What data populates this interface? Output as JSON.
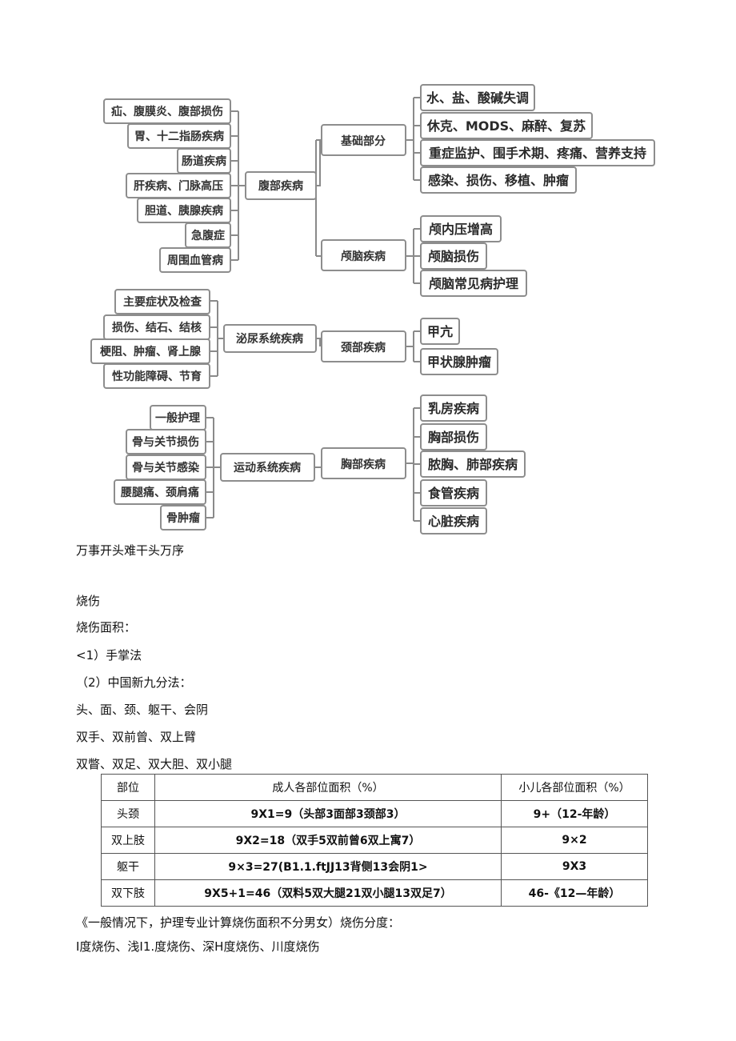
{
  "mindmap": {
    "nodes": {
      "fu_1": "疝、腹膜炎、腹部损伤",
      "fu_2": "胃、十二指肠疾病",
      "fu_3": "肠道疾病",
      "fu_4": "肝疾病、门脉高压",
      "fu_5": "胆道、胰腺疾病",
      "fu_6": "急腹症",
      "fu_7": "周围血管病",
      "fubu": "腹部疾病",
      "jichu": "基础部分",
      "jc_1": "水、盐、酸碱失调",
      "jc_2": "休克、MODS、麻醉、复苏",
      "jc_3": "重症监护、围手术期、疼痛、营养支持",
      "jc_4": "感染、损伤、移植、肿瘤",
      "lunao": "颅脑疾病",
      "ln_1": "颅内压增高",
      "ln_2": "颅脑损伤",
      "ln_3": "颅脑常见病护理",
      "mn_1": "主要症状及检查",
      "mn_2": "损伤、结石、结核",
      "mn_3": "梗阻、肿瘤、肾上腺",
      "mn_4": "性功能障碍、节育",
      "miniao": "泌尿系统疾病",
      "jingbu": "颈部疾病",
      "jb_1": "甲亢",
      "jb_2": "甲状腺肿瘤",
      "yd_1": "一般护理",
      "yd_2": "骨与关节损伤",
      "yd_3": "骨与关节感染",
      "yd_4": "腰腿痛、颈肩痛",
      "yd_5": "骨肿瘤",
      "yundong": "运动系统疾病",
      "xiongbu": "胸部疾病",
      "xb_1": "乳房疾病",
      "xb_2": "胸部损伤",
      "xb_3": "脓胸、肺部疾病",
      "xb_4": "食管疾病",
      "xb_5": "心脏疾病"
    }
  },
  "text": {
    "motto": "万事开头难干头万序",
    "burn": "烧伤",
    "burn_area": "烧伤面积：",
    "method1": "<1）手掌法",
    "method2": "（2）中国新九分法：",
    "parts1": "头、面、颈、躯干、会阴",
    "parts2": "双手、双前曾、双上臂",
    "parts3": "双瞥、双足、双大胆、双小腿",
    "note": "《一般情况下，护理专业计算烧伤面积不分男女）烧伤分度：",
    "degrees": "I度烧伤、浅I1.度烧伤、深H度烧伤、川度烧伤"
  },
  "table": {
    "headers": [
      "部位",
      "成人各部位面积（%）",
      "小儿各部位面积（%）"
    ],
    "rows": [
      [
        "头颈",
        "9X1=9（头部3面部3颈部3）",
        "9+（12-年龄）"
      ],
      [
        "双上肢",
        "9X2=18（双手5双前曾6双上寓7）",
        "9×2"
      ],
      [
        "躯干",
        "9×3=27(B1.1.ftJJ13背侧13会阴1>",
        "9X3"
      ],
      [
        "双下肢",
        "9X5+1=46（双料5双大腿21双小腿13双足7）",
        "46-《12—年龄）"
      ]
    ]
  }
}
